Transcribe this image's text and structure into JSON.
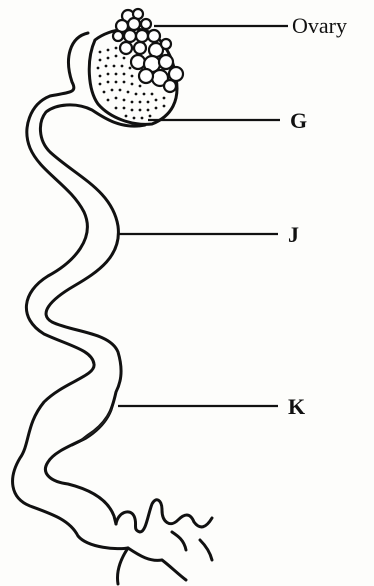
{
  "diagram": {
    "labels": {
      "ovary": "Ovary",
      "g": "G",
      "j": "J",
      "k": "K"
    },
    "colors": {
      "ink": "#111111",
      "background": "#fdfdfb"
    }
  }
}
